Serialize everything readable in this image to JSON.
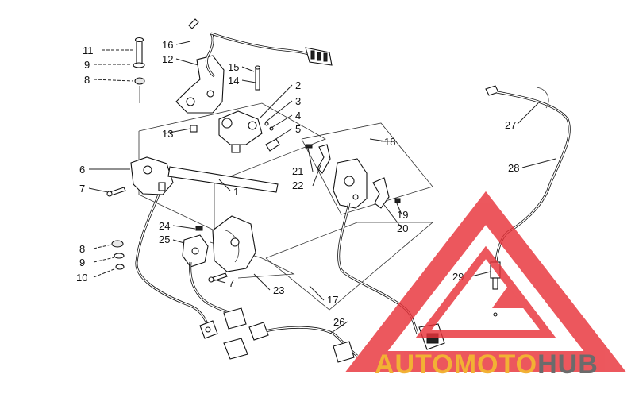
{
  "callouts": [
    {
      "id": "c1",
      "text": "1"
    },
    {
      "id": "c2",
      "text": "2"
    },
    {
      "id": "c3",
      "text": "3"
    },
    {
      "id": "c4",
      "text": "4"
    },
    {
      "id": "c5",
      "text": "5"
    },
    {
      "id": "c6",
      "text": "6"
    },
    {
      "id": "c7a",
      "text": "7"
    },
    {
      "id": "c7b",
      "text": "7"
    },
    {
      "id": "c8a",
      "text": "8"
    },
    {
      "id": "c8b",
      "text": "8"
    },
    {
      "id": "c9a",
      "text": "9"
    },
    {
      "id": "c9b",
      "text": "9"
    },
    {
      "id": "c10",
      "text": "10"
    },
    {
      "id": "c11",
      "text": "11"
    },
    {
      "id": "c12",
      "text": "12"
    },
    {
      "id": "c13",
      "text": "13"
    },
    {
      "id": "c14",
      "text": "14"
    },
    {
      "id": "c15",
      "text": "15"
    },
    {
      "id": "c16",
      "text": "16"
    },
    {
      "id": "c17",
      "text": "17"
    },
    {
      "id": "c18",
      "text": "18"
    },
    {
      "id": "c19",
      "text": "19"
    },
    {
      "id": "c20",
      "text": "20"
    },
    {
      "id": "c21",
      "text": "21"
    },
    {
      "id": "c22",
      "text": "22"
    },
    {
      "id": "c23",
      "text": "23"
    },
    {
      "id": "c24",
      "text": "24"
    },
    {
      "id": "c25",
      "text": "25"
    },
    {
      "id": "c26",
      "text": "26"
    },
    {
      "id": "c27",
      "text": "27"
    },
    {
      "id": "c28",
      "text": "28"
    },
    {
      "id": "c29",
      "text": "29"
    }
  ],
  "watermark": {
    "part1": "AUTO",
    "part2": "MOTO",
    "part3": "HUB",
    "colors": {
      "auto": "#f2b134",
      "moto": "#f2b134",
      "hub": "#6b6b6b",
      "triangle": "#e8333a"
    }
  }
}
